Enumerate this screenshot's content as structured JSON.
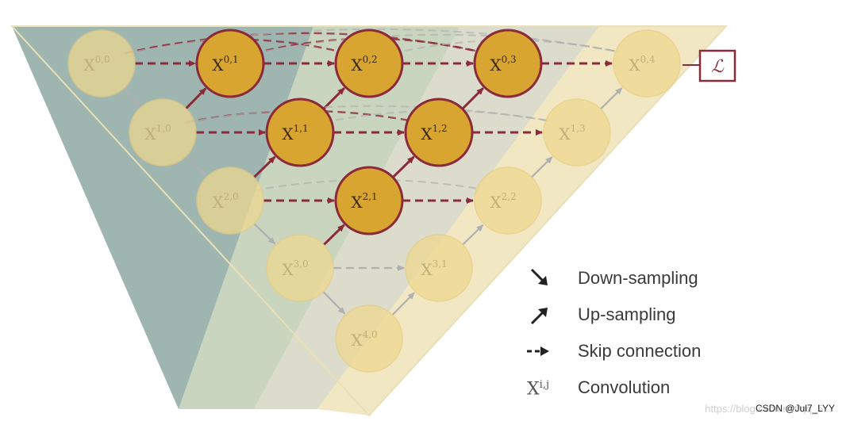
{
  "diagram": {
    "nodes": [
      {
        "id": "0,0",
        "label": "X",
        "sup": "0,0",
        "style": "faded"
      },
      {
        "id": "1,0",
        "label": "X",
        "sup": "1,0",
        "style": "faded"
      },
      {
        "id": "2,0",
        "label": "X",
        "sup": "2,0",
        "style": "faded"
      },
      {
        "id": "3,0",
        "label": "X",
        "sup": "3,0",
        "style": "faded"
      },
      {
        "id": "4,0",
        "label": "X",
        "sup": "4,0",
        "style": "faded"
      },
      {
        "id": "0,1",
        "label": "X",
        "sup": "0,1",
        "style": "active"
      },
      {
        "id": "1,1",
        "label": "X",
        "sup": "1,1",
        "style": "active"
      },
      {
        "id": "2,1",
        "label": "X",
        "sup": "2,1",
        "style": "active"
      },
      {
        "id": "0,2",
        "label": "X",
        "sup": "0,2",
        "style": "active"
      },
      {
        "id": "1,2",
        "label": "X",
        "sup": "1,2",
        "style": "active"
      },
      {
        "id": "0,3",
        "label": "X",
        "sup": "0,3",
        "style": "active"
      },
      {
        "id": "3,1",
        "label": "X",
        "sup": "3,1",
        "style": "faded"
      },
      {
        "id": "2,2",
        "label": "X",
        "sup": "2,2",
        "style": "faded"
      },
      {
        "id": "1,3",
        "label": "X",
        "sup": "1,3",
        "style": "faded"
      },
      {
        "id": "0,4",
        "label": "X",
        "sup": "0,4",
        "style": "faded"
      }
    ],
    "loss_box_label": "ℒ",
    "colors": {
      "active_fill": "#d9a531",
      "active_stroke": "#8b2b3a",
      "faded_fill": "#efd98f",
      "faded_stroke": "#e6cc80",
      "arrow_active": "#8b2b3a",
      "arrow_faded": "#b0b0b0"
    }
  },
  "legend": {
    "down_sampling": "Down-sampling",
    "up_sampling": "Up-sampling",
    "skip_connection": "Skip connection",
    "convolution": "Convolution",
    "conv_symbol": "X",
    "conv_sup": "i,j"
  },
  "watermark": {
    "url": "https://blog.csdn.net/qq_5...",
    "tag": "CSDN @Jul7_LYY"
  }
}
